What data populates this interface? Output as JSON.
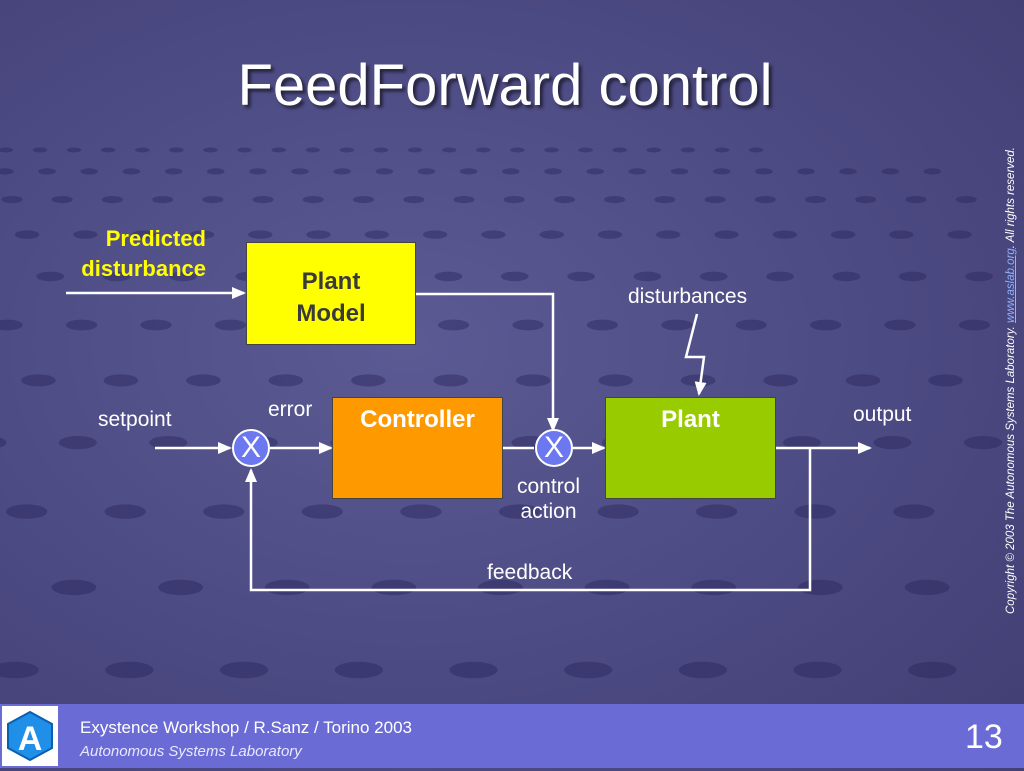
{
  "slide": {
    "title": "FeedForward control",
    "copyright_prefix": "Copyright © 2003 The Autonomous Systems Laboratory. ",
    "copyright_link": "www.aslab.org",
    "copyright_suffix": ". All rights reserved."
  },
  "diagram": {
    "predicted_line1": "Predicted",
    "predicted_line2": "disturbance",
    "plant_model_line1": "Plant",
    "plant_model_line2": "Model",
    "disturbances": "disturbances",
    "error": "error",
    "setpoint": "setpoint",
    "controller": "Controller",
    "sum_symbol": "X",
    "plant": "Plant",
    "output": "output",
    "control_line1": "control",
    "control_line2": "action",
    "feedback": "feedback"
  },
  "footer": {
    "logo_letter": "A",
    "line1": "Exystence Workshop / R.Sanz / Torino 2003",
    "line2": "Autonomous Systems Laboratory",
    "page_number": "13"
  },
  "colors": {
    "background": "#4c4a82",
    "plant_model": "#ffff00",
    "controller": "#ff9900",
    "plant": "#99cc00",
    "predicted_text": "#ffff00",
    "footer_bar": "#6b6bd6",
    "summing_node": "#6b78f0"
  }
}
